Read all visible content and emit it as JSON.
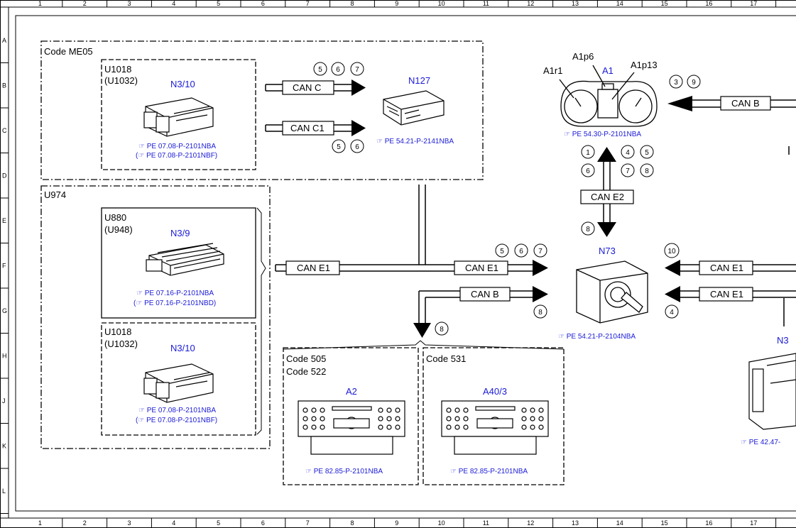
{
  "grid": {
    "cols": [
      "1",
      "2",
      "3",
      "4",
      "5",
      "6",
      "7",
      "8",
      "9",
      "10",
      "11",
      "12",
      "13",
      "14",
      "15",
      "16",
      "17"
    ],
    "rows": [
      "A",
      "B",
      "C",
      "D",
      "E",
      "F",
      "G",
      "H",
      "J",
      "K",
      "L"
    ]
  },
  "groups": {
    "me05": "Code ME05",
    "u974": "U974",
    "code505": "Code 505",
    "code522": "Code 522",
    "code531": "Code 531"
  },
  "components": {
    "n3_10_top": {
      "code1": "U1018",
      "code2": "(U1032)",
      "id": "N3/10",
      "ref1": "PE 07.08-P-2101NBA",
      "ref2": "PE 07.08-P-2101NBF"
    },
    "n3_9": {
      "code1": "U880",
      "code2": "(U948)",
      "id": "N3/9",
      "ref1": "PE 07.16-P-2101NBA",
      "ref2": "PE 07.16-P-2101NBD"
    },
    "n3_10_bottom": {
      "code1": "U1018",
      "code2": "(U1032)",
      "id": "N3/10",
      "ref1": "PE 07.08-P-2101NBA",
      "ref2": "PE 07.08-P-2101NBF"
    },
    "n127": {
      "id": "N127",
      "ref": "PE 54.21-P-2141NBA"
    },
    "a1": {
      "id": "A1",
      "p1": "A1r1",
      "p2": "A1p6",
      "p3": "A1p13",
      "ref": "PE 54.30-P-2101NBA"
    },
    "n73": {
      "id": "N73",
      "ref": "PE 54.21-P-2104NBA"
    },
    "a2": {
      "id": "A2",
      "ref": "PE 82.85-P-2101NBA"
    },
    "a40_3": {
      "id": "A40/3",
      "ref": "PE 82.85-P-2101NBA"
    },
    "n3_partial": {
      "id": "N3",
      "ref": "PE 42.47-"
    }
  },
  "buses": {
    "can_c": "CAN C",
    "can_c1": "CAN C1",
    "can_b_top": "CAN B",
    "can_e2": "CAN E2",
    "can_e1_left": "CAN E1",
    "can_e1_mid": "CAN E1",
    "can_b_mid": "CAN B",
    "can_e1_right1": "CAN E1",
    "can_e1_right2": "CAN E1"
  },
  "markers": {
    "m5a": "5",
    "m6a": "6",
    "m7a": "7",
    "m5b": "5",
    "m6b": "6",
    "m3": "3",
    "m9": "9",
    "m1": "1",
    "m6c": "6",
    "m4": "4",
    "m5c": "5",
    "m7c": "7",
    "m8c": "8",
    "m8d": "8",
    "m5e": "5",
    "m6e": "6",
    "m7e": "7",
    "m8f": "8",
    "m8g": "8",
    "m10": "10",
    "m4b": "4"
  }
}
